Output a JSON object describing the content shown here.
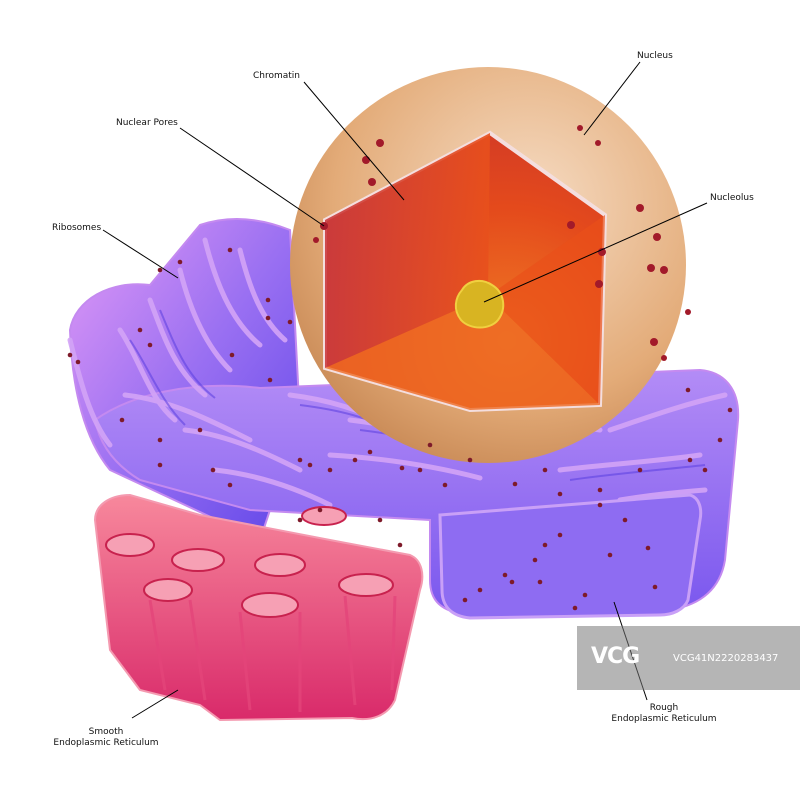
{
  "labels": {
    "nucleus": "Nucleus",
    "chromatin": "Chromatin",
    "nuclear_pores": "Nuclear Pores",
    "nucleolus": "Nucleolus",
    "ribosomes": "Ribosomes",
    "smooth_er_line1": "Smooth",
    "smooth_er_line2": "Endoplasmic Reticulum",
    "rough_er_line1": "Rough",
    "rough_er_line2": "Endoplasmic Reticulum"
  },
  "watermark": {
    "logo": "VCG",
    "id": "VCG41N2220283437"
  },
  "colors": {
    "rough_er": "#8a63f0",
    "rough_er_edge": "#c07ef0",
    "smooth_er": "#e8406e",
    "nucleus_shell": "#e7b98a",
    "nucleus_interior": "#e0401e",
    "nucleolus": "#d6b020",
    "ribosome": "#8a1020"
  }
}
